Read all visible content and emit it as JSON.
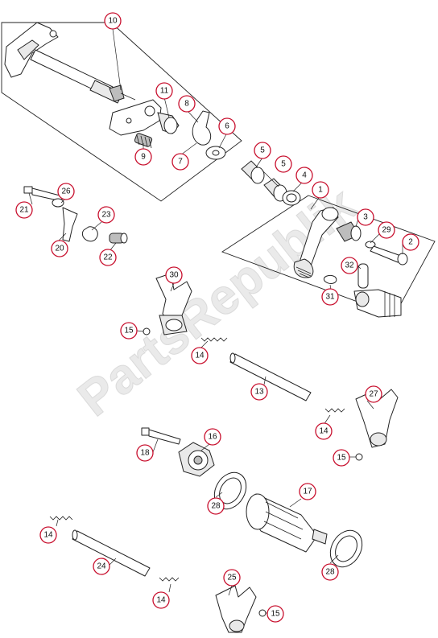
{
  "watermark": {
    "text": "PartsRepublik"
  },
  "callouts": [
    "10",
    "11",
    "8",
    "6",
    "9",
    "7",
    "5",
    "5",
    "4",
    "1",
    "3",
    "29",
    "2",
    "32",
    "31",
    "26",
    "21",
    "23",
    "20",
    "22",
    "30",
    "15",
    "14",
    "13",
    "27",
    "14",
    "15",
    "16",
    "18",
    "17",
    "28",
    "28",
    "14",
    "24",
    "25",
    "14",
    "15"
  ],
  "colors": {
    "callout_ring": "#c8102e",
    "line": "#222222",
    "watermark": "#d9d9d9"
  }
}
